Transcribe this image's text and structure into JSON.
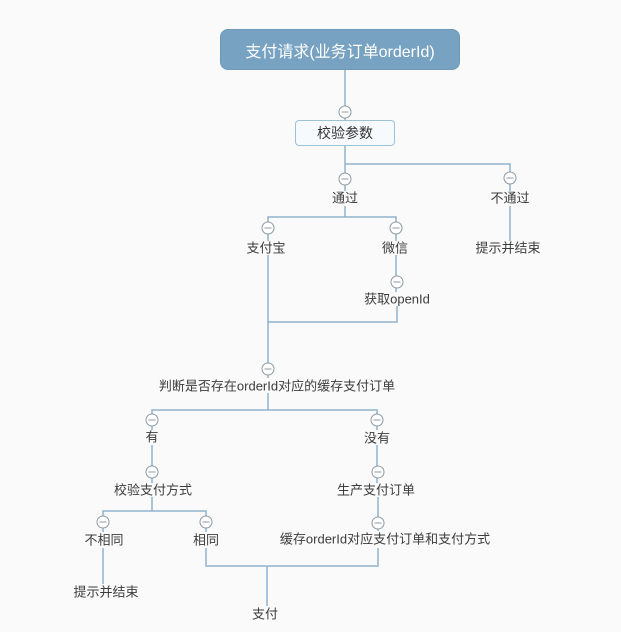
{
  "diagram": {
    "type": "mindmap-flow",
    "background_color": "#fafafa",
    "line_color": "#8fb3cc",
    "root": {
      "label": "支付请求(业务订单orderId)",
      "fill_color": "#77a2c1",
      "text_color": "#ffffff"
    },
    "nodes": {
      "validate_params": {
        "label": "校验参数"
      },
      "pass": {
        "label": "通过"
      },
      "fail": {
        "label": "不通过"
      },
      "alipay": {
        "label": "支付宝"
      },
      "wechat": {
        "label": "微信"
      },
      "fail_end": {
        "label": "提示并结束"
      },
      "get_openid": {
        "label": "获取openId"
      },
      "check_cached_order": {
        "label": "判断是否存在orderId对应的缓存支付订单"
      },
      "has_cache": {
        "label": "有"
      },
      "no_cache": {
        "label": "没有"
      },
      "verify_pay_method": {
        "label": "校验支付方式"
      },
      "create_pay_order": {
        "label": "生产支付订单"
      },
      "not_same": {
        "label": "不相同"
      },
      "same": {
        "label": "相同"
      },
      "cache_order": {
        "label": "缓存orderId对应支付订单和支付方式"
      },
      "not_same_end": {
        "label": "提示并结束"
      },
      "pay": {
        "label": "支付"
      }
    },
    "edges": [
      [
        "payment_request",
        "validate_params"
      ],
      [
        "validate_params",
        "pass"
      ],
      [
        "validate_params",
        "fail"
      ],
      [
        "pass",
        "alipay"
      ],
      [
        "pass",
        "wechat"
      ],
      [
        "fail",
        "fail_end"
      ],
      [
        "wechat",
        "get_openid"
      ],
      [
        "alipay",
        "check_cached_order"
      ],
      [
        "get_openid",
        "check_cached_order"
      ],
      [
        "check_cached_order",
        "has_cache"
      ],
      [
        "check_cached_order",
        "no_cache"
      ],
      [
        "has_cache",
        "verify_pay_method"
      ],
      [
        "no_cache",
        "create_pay_order"
      ],
      [
        "verify_pay_method",
        "not_same"
      ],
      [
        "verify_pay_method",
        "same"
      ],
      [
        "create_pay_order",
        "cache_order"
      ],
      [
        "not_same",
        "not_same_end"
      ],
      [
        "same",
        "pay"
      ],
      [
        "cache_order",
        "pay"
      ]
    ]
  }
}
